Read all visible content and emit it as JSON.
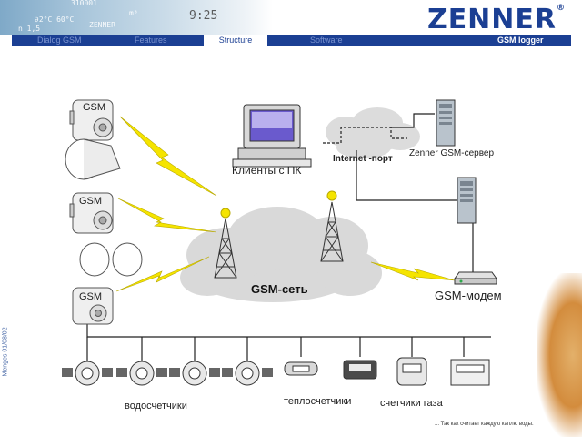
{
  "header": {
    "logo": "ZENNER",
    "logo_mark": "®",
    "photo_text": [
      "310001",
      "9:25",
      "m³",
      "∂2°C 60°C",
      "ZENNER",
      "n 1,5"
    ]
  },
  "nav": {
    "items": [
      "Dialog GSM",
      "Features",
      "Structure",
      "Software"
    ],
    "active": "Structure",
    "right_label": "GSM logger"
  },
  "side_label": "Menges 01/08/02",
  "footnote": "... Так как считает каждую каплю воды.",
  "diagram": {
    "gsm_labels": [
      "GSM",
      "GSM",
      "GSM"
    ],
    "network_label": "GSM-сеть",
    "clients_label": "Клиенты с ПК",
    "internet_label": "Internet -порт",
    "server_label": "Zenner GSM-сервер",
    "modem_label": "GSM-модем",
    "water_meters_label": "водосчетчики",
    "heat_meters_label": "теплосчетчики",
    "gas_meters_label": "счетчики газа"
  },
  "colors": {
    "brand": "#1b3f93",
    "lightning": "#f5e400",
    "cloud": "#d9d9d9"
  }
}
